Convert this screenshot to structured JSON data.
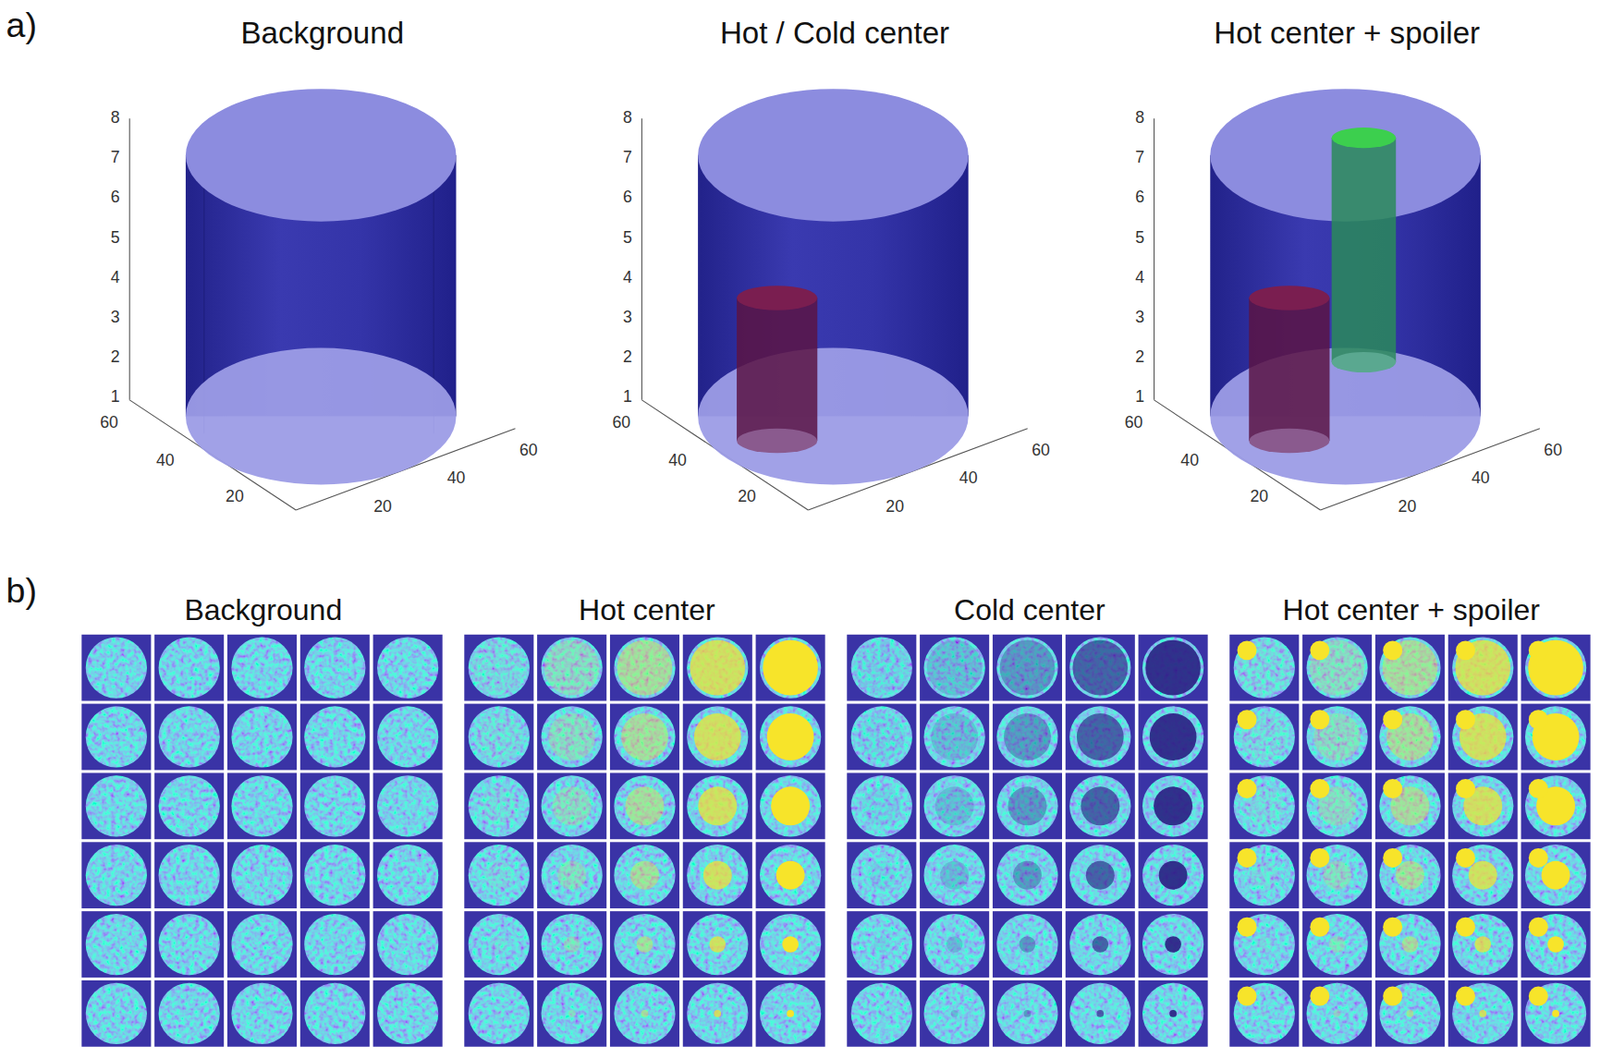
{
  "diagram": {
    "labels": [
      "a)",
      "Background",
      "Hot / Cold center",
      "Hot center + spoiler",
      "8",
      "7",
      "6",
      "5",
      "4",
      "3",
      "2",
      "1",
      "60",
      "40",
      "20",
      "20",
      "40",
      "60",
      "8",
      "7",
      "6",
      "5",
      "4",
      "3",
      "2",
      "1",
      "60",
      "40",
      "20",
      "20",
      "40",
      "60",
      "8",
      "7",
      "6",
      "5",
      "4",
      "3",
      "2",
      "1",
      "60",
      "40",
      "20",
      "20",
      "40",
      "60",
      "b)",
      "Background",
      "Hot center",
      "Cold center",
      "Hot center + spoiler"
    ]
  }
}
